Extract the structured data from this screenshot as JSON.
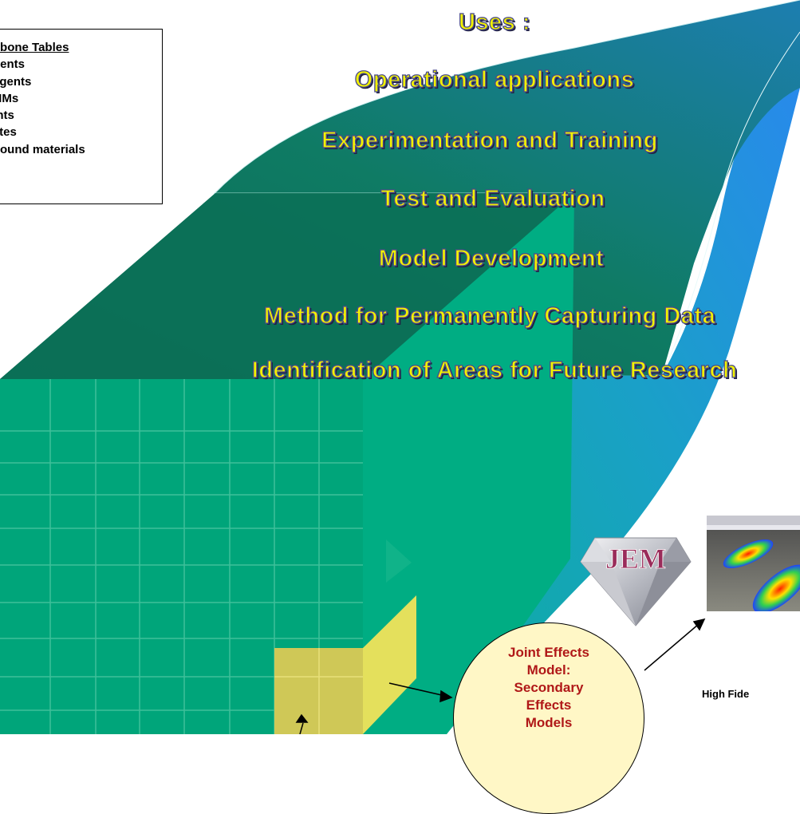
{
  "legend": {
    "title": "ackbone Tables",
    "items": [
      "gents",
      "agents",
      "TIMs",
      "ants",
      "rates",
      "ground materials"
    ]
  },
  "uses": {
    "heading": "Uses :",
    "items": [
      "Operational applications",
      "Experimentation and Training",
      "Test and Evaluation",
      "Model Development",
      "Method for Permanently Capturing Data",
      "Identification of Areas for Future Research"
    ]
  },
  "bubble": {
    "lines": [
      "Joint Effects",
      "Model:",
      "Secondary",
      "Effects",
      "Models"
    ]
  },
  "jem": {
    "label": "JEM"
  },
  "caption": "High Fide",
  "colors": {
    "block_front": "#00a87a",
    "block_top": "#0a7058",
    "block_side": "#00b084",
    "ribbon_start": "#0ab095",
    "ribbon_end": "#2288ee",
    "yellow_cell": "#e4e05c",
    "uses_text": "#f2f200",
    "bubble_fill": "#fff7c6",
    "bubble_text": "#b01818"
  }
}
